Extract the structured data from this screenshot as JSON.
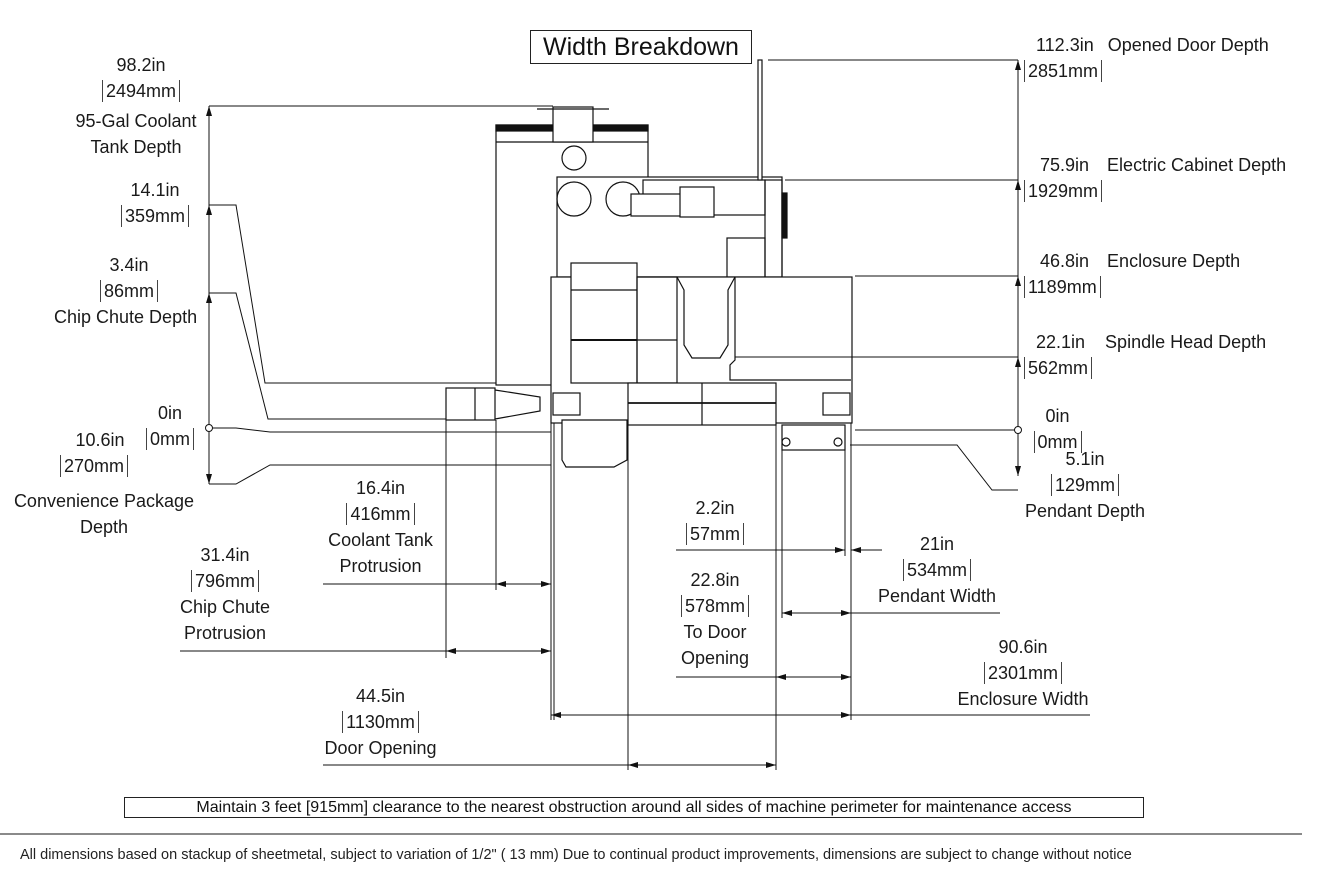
{
  "title": "Width Breakdown",
  "depth_dimensions_left": [
    {
      "inches": "98.2in",
      "mm": "2494mm",
      "label": [
        "95-Gal Coolant",
        "Tank Depth"
      ]
    },
    {
      "inches": "14.1in",
      "mm": "359mm",
      "label": []
    },
    {
      "inches": "3.4in",
      "mm": "86mm",
      "label": [
        "Chip Chute Depth"
      ]
    },
    {
      "inches": "0in",
      "mm": "0mm",
      "label": []
    },
    {
      "inches": "10.6in",
      "mm": "270mm",
      "label": [
        "Convenience Package",
        "Depth"
      ]
    }
  ],
  "depth_dimensions_right": [
    {
      "inches": "112.3in",
      "mm": "2851mm",
      "label": "Opened Door Depth"
    },
    {
      "inches": "75.9in",
      "mm": "1929mm",
      "label": "Electric Cabinet Depth"
    },
    {
      "inches": "46.8in",
      "mm": "1189mm",
      "label": "Enclosure Depth"
    },
    {
      "inches": "22.1in",
      "mm": "562mm",
      "label": "Spindle Head Depth"
    },
    {
      "inches": "0in",
      "mm": "0mm",
      "label": ""
    },
    {
      "inches": "5.1in",
      "mm": "129mm",
      "label": "Pendant Depth"
    }
  ],
  "width_dimensions": [
    {
      "inches": "16.4in",
      "mm": "416mm",
      "label": [
        "Coolant Tank",
        "Protrusion"
      ]
    },
    {
      "inches": "31.4in",
      "mm": "796mm",
      "label": [
        "Chip Chute",
        "Protrusion"
      ]
    },
    {
      "inches": "2.2in",
      "mm": "57mm",
      "label": []
    },
    {
      "inches": "22.8in",
      "mm": "578mm",
      "label": [
        "To Door",
        "Opening"
      ]
    },
    {
      "inches": "21in",
      "mm": "534mm",
      "label": [
        "Pendant Width"
      ]
    },
    {
      "inches": "90.6in",
      "mm": "2301mm",
      "label": [
        "Enclosure Width"
      ]
    },
    {
      "inches": "44.5in",
      "mm": "1130mm",
      "label": [
        "Door Opening"
      ]
    }
  ],
  "clearance_note": "Maintain 3 feet [915mm] clearance to the nearest obstruction around all sides of machine perimeter for maintenance access",
  "footer_note": "All dimensions based on stackup of sheetmetal, subject to variation of 1/2\" ( 13 mm) Due to continual product improvements, dimensions are subject to change without notice"
}
